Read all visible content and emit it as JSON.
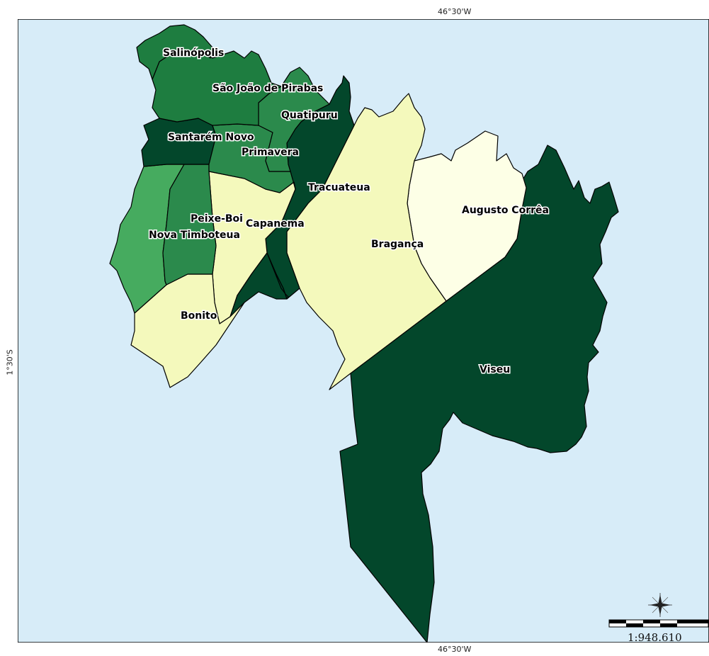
{
  "graticule": {
    "top_label": "46°30'W",
    "bottom_label": "46°30'W",
    "left_label": "1°30'S"
  },
  "colors": {
    "water": "#d7ecf8",
    "class_darkest": "#03472b",
    "class_dark": "#1e7d40",
    "class_medium": "#2b8a4c",
    "class_light": "#46ab5f",
    "class_pale": "#f4f9bc",
    "class_palest": "#fdffe6",
    "border": "#000000"
  },
  "municipalities": [
    {
      "name": "Salinópolis",
      "fill_class": "class_dark"
    },
    {
      "name": "São João de Pirabas",
      "fill_class": "class_dark"
    },
    {
      "name": "Quatipuru",
      "fill_class": "class_medium"
    },
    {
      "name": "Santarém Novo",
      "fill_class": "class_darkest"
    },
    {
      "name": "Primavera",
      "fill_class": "class_medium"
    },
    {
      "name": "Tracuateua",
      "fill_class": "class_darkest"
    },
    {
      "name": "Peixe-Boi",
      "fill_class": "class_medium"
    },
    {
      "name": "Capanema",
      "fill_class": "class_pale"
    },
    {
      "name": "Nova Timboteua",
      "fill_class": "class_light"
    },
    {
      "name": "Bragança",
      "fill_class": "class_pale"
    },
    {
      "name": "Augusto Corrêa",
      "fill_class": "class_palest"
    },
    {
      "name": "Bonito",
      "fill_class": "class_pale"
    },
    {
      "name": "Viseu",
      "fill_class": "class_darkest"
    }
  ],
  "scale": {
    "text": "1:948.610"
  },
  "north_arrow": {
    "icon": "compass-rose-icon"
  }
}
